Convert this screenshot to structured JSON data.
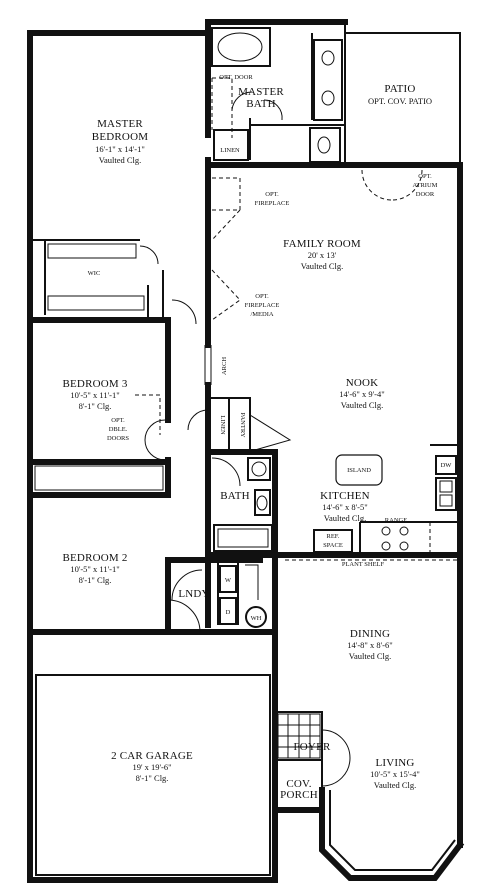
{
  "rooms": {
    "master_bedroom": {
      "name_line1": "MASTER",
      "name_line2": "BEDROOM",
      "dims": "16'-1\" x 14'-1\"",
      "ceiling": "Vaulted Clg."
    },
    "master_bath": {
      "name_line1": "MASTER",
      "name_line2": "BATH"
    },
    "patio": {
      "name": "PATIO",
      "note": "OPT. COV. PATIO"
    },
    "family_room": {
      "name": "FAMILY ROOM",
      "dims": "20' x 13'",
      "ceiling": "Vaulted Clg."
    },
    "wic": {
      "name": "WIC"
    },
    "bedroom3": {
      "name": "BEDROOM 3",
      "dims": "10'-5\" x 11'-1\"",
      "ceiling": "8'-1\" Clg."
    },
    "nook": {
      "name": "NOOK",
      "dims": "14'-6\" x 9'-4\"",
      "ceiling": "Vaulted Clg."
    },
    "kitchen": {
      "name": "KITCHEN",
      "dims": "14'-6\" x 8'-5\"",
      "ceiling": "Vaulted Clg."
    },
    "bath": {
      "name": "BATH"
    },
    "bedroom2": {
      "name": "BEDROOM 2",
      "dims": "10'-5\" x 11'-1\"",
      "ceiling": "8'-1\" Clg."
    },
    "laundry": {
      "name": "LNDY"
    },
    "dining": {
      "name": "DINING",
      "dims": "14'-8\" x 8'-6\"",
      "ceiling": "Vaulted Clg."
    },
    "garage": {
      "name": "2 CAR GARAGE",
      "dims": "19' x 19'-6\"",
      "ceiling": "8'-1\" Clg."
    },
    "foyer": {
      "name": "FOYER"
    },
    "porch": {
      "name_line1": "COV.",
      "name_line2": "PORCH"
    },
    "living": {
      "name": "LIVING",
      "dims": "10'-5\" x 15'-4\"",
      "ceiling": "Vaulted Clg."
    }
  },
  "labels": {
    "opt_door": "OPT. DOOR",
    "linen_master": "LINEN",
    "opt_fireplace_top_1": "OPT.",
    "opt_fireplace_top_2": "FIREPLACE",
    "opt_atrium_1": "OPT.",
    "opt_atrium_2": "ATRIUM",
    "opt_atrium_3": "DOOR",
    "opt_fireplace_media_1": "OPT.",
    "opt_fireplace_media_2": "FIREPLACE",
    "opt_fireplace_media_3": "/MEDIA",
    "arch": "ARCH",
    "opt_dble_doors_1": "OPT.",
    "opt_dble_doors_2": "DBLE.",
    "opt_dble_doors_3": "DOORS",
    "linen_hall": "LINEN",
    "pantry": "PANTRY",
    "island": "ISLAND",
    "dw": "DW",
    "refrigerator_1": "REF.",
    "refrigerator_2": "SPACE",
    "range": "RANGE",
    "plant_shelf": "PLANT SHELF",
    "washer": "W",
    "dryer": "D",
    "water_heater": "WH"
  }
}
